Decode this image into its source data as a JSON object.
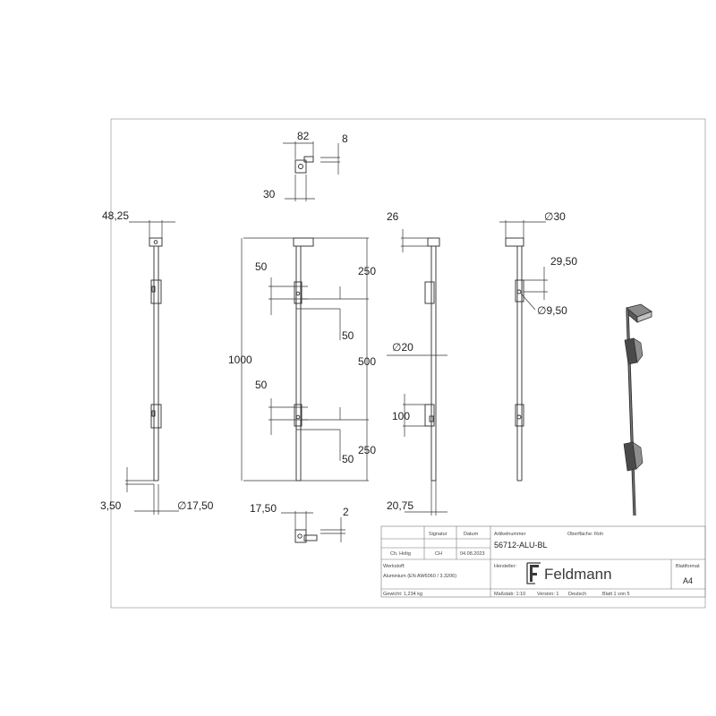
{
  "dimensions": {
    "top_view_width": "82",
    "top_view_thickness": "8",
    "top_view_height": "30",
    "left_width": "48,25",
    "left_end": "3,50",
    "left_dia": "∅17,50",
    "mid_spacing1": "50",
    "mid_spacing2": "50",
    "mid_total": "1000",
    "mid_upper": "250",
    "mid_middle": "500",
    "mid_lower": "250",
    "mid_offset1": "50",
    "mid_offset2": "50",
    "bottom_view_width": "17,50",
    "bottom_view_thickness": "2",
    "right_top": "26",
    "right_dia": "∅20",
    "right_segment": "100",
    "right_bottom": "20,75",
    "side_dia_top": "∅30",
    "side_offset": "29,50",
    "side_hole": "∅9,50"
  },
  "title_block": {
    "col_created": "Ch. Holtg",
    "col_signature_label": "Signatur",
    "col_signature_value": "CH",
    "col_date_label": "Datum",
    "col_date_value": "04.08.2023",
    "article_label": "Artikelnummer",
    "article_number": "56712-ALU-BL",
    "surface_label": "Oberfläche: Roh",
    "material_label": "Werkstoff:",
    "material_value": "Aluminium (EN AW6060 / 3.3206)",
    "manufacturer_label": "Hersteller:",
    "brand": "Feldmann",
    "sheet_format_label": "Blattformat",
    "sheet_format": "A4",
    "weight": "Gewicht: 1,234 kg",
    "scale": "Maßstab: 1:10",
    "version": "Version: 1",
    "language": "Deutsch",
    "sheet": "Blatt 1 von 5"
  },
  "colors": {
    "line": "#2a2a2a",
    "logo": "#3a3a3a"
  },
  "icons": {
    "logo": "feldmann-logo-icon"
  }
}
